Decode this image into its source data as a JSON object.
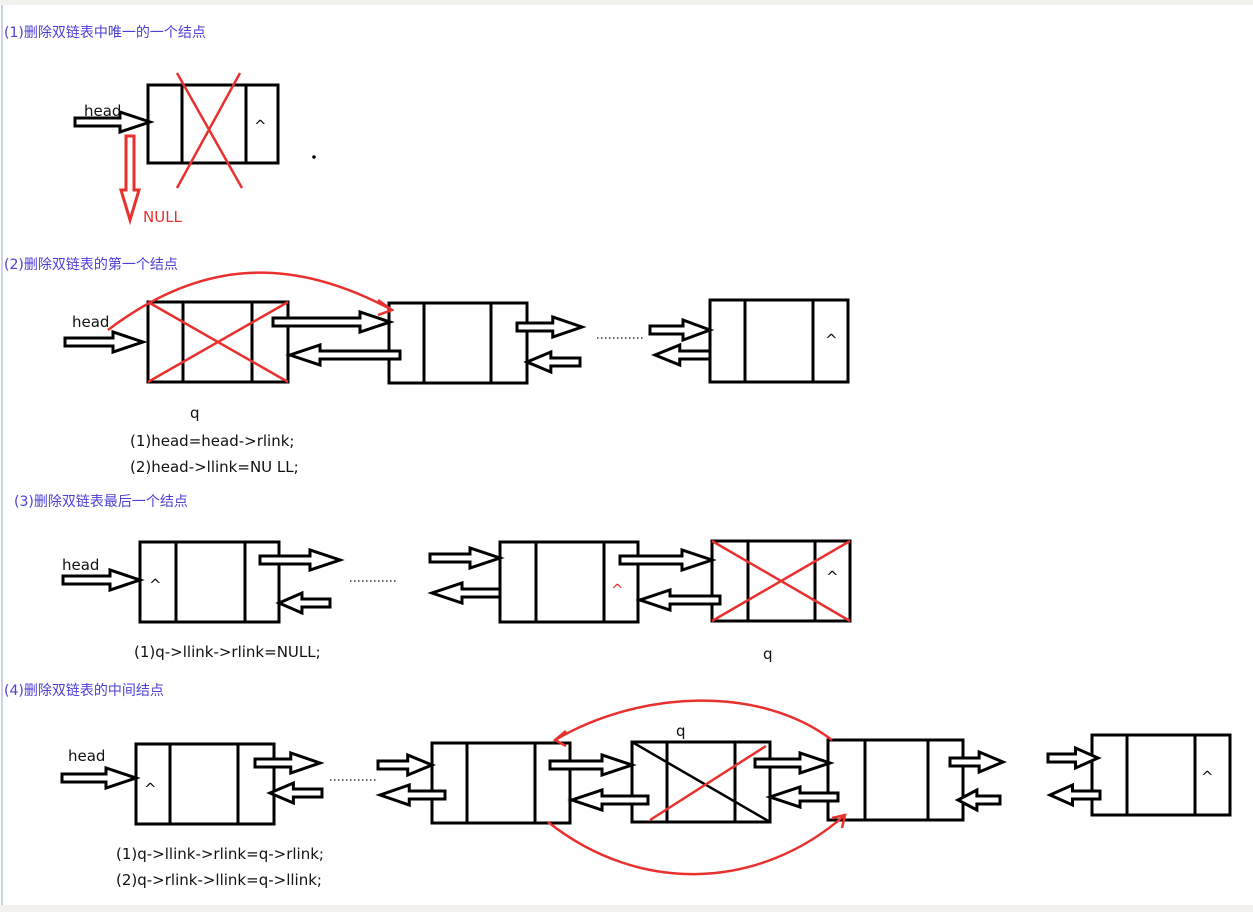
{
  "sections": [
    {
      "title": "(1)删除双链表中唯一的一个结点",
      "head_label": "head",
      "null_label": "NULL",
      "caret": "^"
    },
    {
      "title": "(2)删除双链表的第一个结点",
      "head_label": "head",
      "q_label": "q",
      "caret": "^",
      "code": [
        "(1)head=head->rlink;",
        "(2)head->llink=NU LL;"
      ]
    },
    {
      "title": "(3)删除双链表最后一个结点",
      "head_label": "head",
      "q_label": "q",
      "caret_first": "^",
      "caret_red": "^",
      "caret_last": "^",
      "code": [
        "(1)q->llink->rlink=NULL;"
      ]
    },
    {
      "title": "(4)删除双链表的中间结点",
      "head_label": "head",
      "q_label": "q",
      "caret_first": "^",
      "caret_last": "^",
      "code": [
        "(1)q->llink->rlink=q->rlink;",
        "(2)q->rlink->llink=q->llink;"
      ]
    }
  ],
  "colors": {
    "title": "#4b3fd6",
    "cross": "#e8312e",
    "line": "#000000"
  }
}
